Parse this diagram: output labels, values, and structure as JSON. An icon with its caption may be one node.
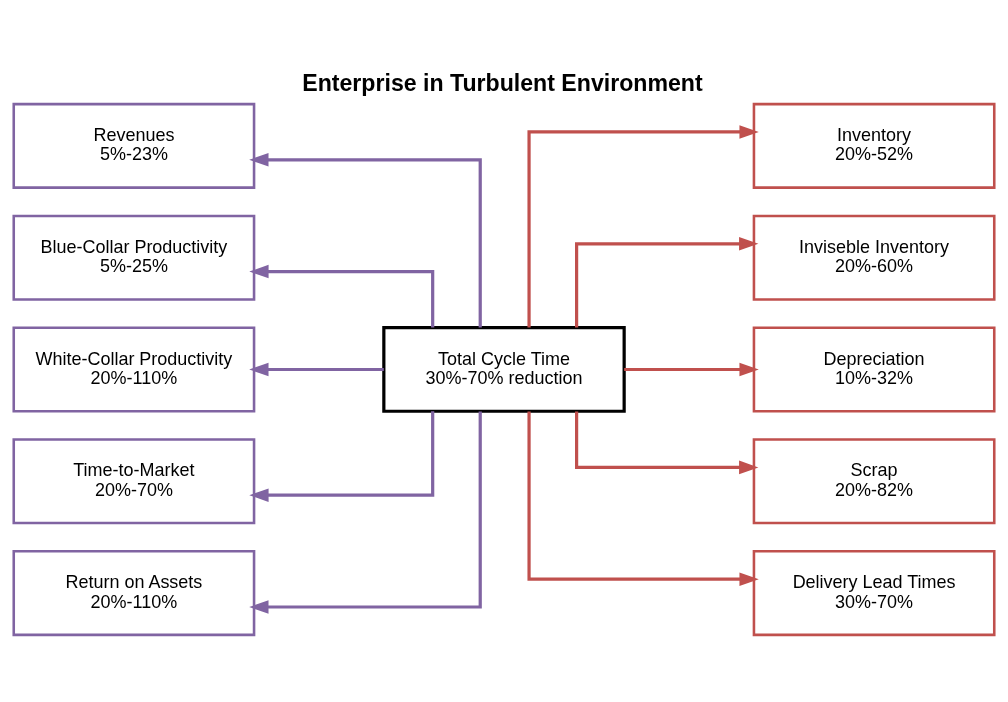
{
  "diagram": {
    "title": "Enterprise in Turbulent Environment",
    "nodes": [
      {
        "text": [
          "Total Cycle Time",
          "30%-70% reduction"
        ]
      },
      {
        "text": [
          "Revenues",
          "5%-23%"
        ]
      },
      {
        "text": [
          "Blue-Collar Productivity",
          "5%-25%"
        ]
      },
      {
        "text": [
          "White-Collar Productivity",
          "20%-110%"
        ]
      },
      {
        "text": [
          "Time-to-Market",
          "20%-70%"
        ]
      },
      {
        "text": [
          "Return on Assets",
          "20%-110%"
        ]
      },
      {
        "text": [
          "Inventory",
          "20%-52%"
        ]
      },
      {
        "text": [
          "Inviseble Inventory",
          "20%-60%"
        ]
      },
      {
        "text": [
          "Depreciation",
          "10%-32%"
        ]
      },
      {
        "text": [
          "Scrap",
          "20%-82%"
        ]
      },
      {
        "text": [
          "Delivery Lead Times",
          "30%-70%"
        ]
      }
    ],
    "edges": [
      {
        "from": 0,
        "to": 1,
        "arrow": "to",
        "color": "#8064a2"
      },
      {
        "from": 0,
        "to": 2,
        "arrow": "to",
        "color": "#8064a2"
      },
      {
        "from": 0,
        "to": 3,
        "arrow": "to",
        "color": "#8064a2"
      },
      {
        "from": 0,
        "to": 4,
        "arrow": "to",
        "color": "#8064a2"
      },
      {
        "from": 0,
        "to": 5,
        "arrow": "to",
        "color": "#8064a2"
      },
      {
        "from": 0,
        "to": 6,
        "arrow": "to",
        "color": "#c0504d"
      },
      {
        "from": 0,
        "to": 7,
        "arrow": "to",
        "color": "#c0504d"
      },
      {
        "from": 0,
        "to": 8,
        "arrow": "to",
        "color": "#c0504d"
      },
      {
        "from": 0,
        "to": 9,
        "arrow": "to",
        "color": "#c0504d"
      },
      {
        "from": 0,
        "to": 10,
        "arrow": "to",
        "color": "#c0504d"
      }
    ]
  }
}
